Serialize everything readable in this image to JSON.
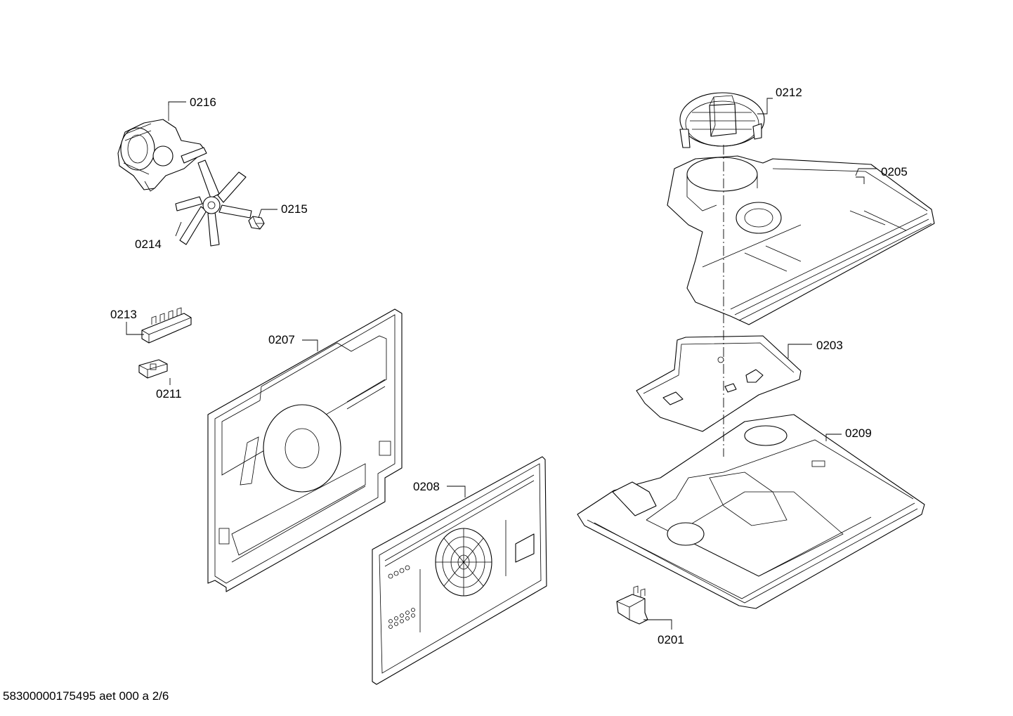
{
  "footer": {
    "document_id": "58300000175495 aet 000 a 2/6"
  },
  "labels": {
    "p0216": "0216",
    "p0215": "0215",
    "p0214": "0214",
    "p0213": "0213",
    "p0211": "0211",
    "p0207": "0207",
    "p0208": "0208",
    "p0212": "0212",
    "p0205": "0205",
    "p0203": "0203",
    "p0209": "0209",
    "p0201": "0201"
  }
}
